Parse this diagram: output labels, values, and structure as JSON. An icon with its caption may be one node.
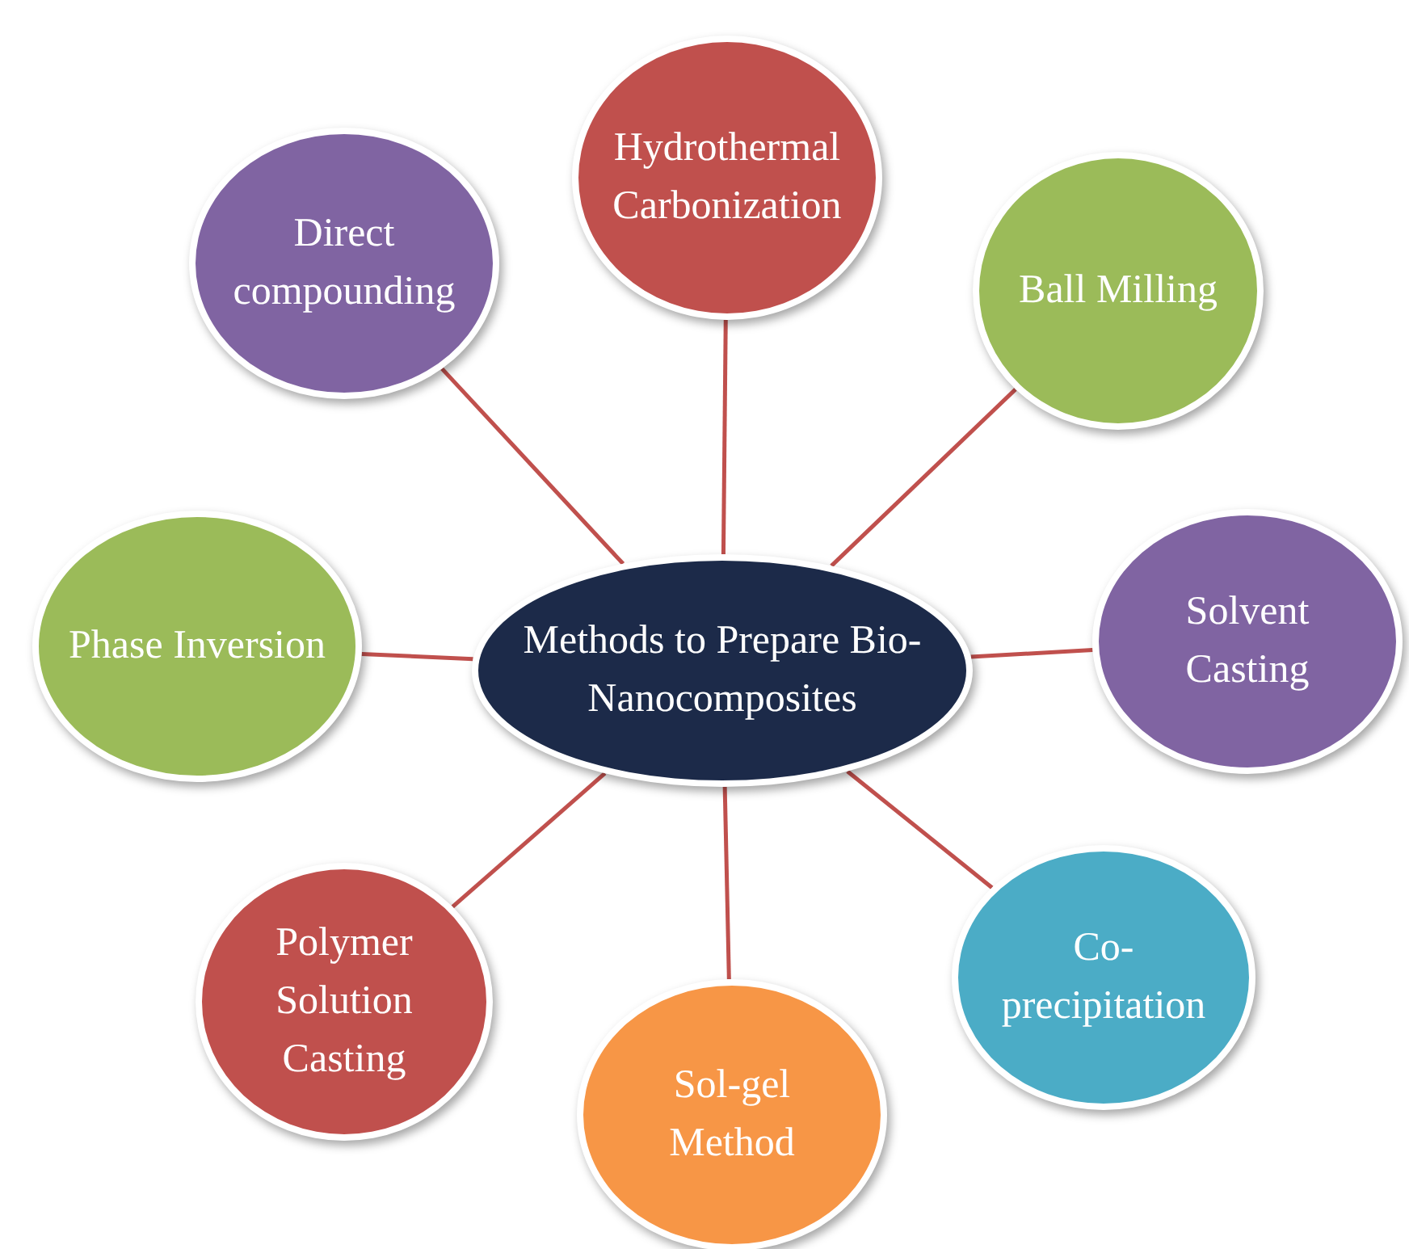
{
  "diagram": {
    "nodes": [
      {
        "text": [
          "Methods to Prepare Bio-Nanocomposites"
        ]
      },
      {
        "text": [
          "Hydrothermal Carbonization"
        ]
      },
      {
        "text": [
          "Direct compounding"
        ]
      },
      {
        "text": [
          "Ball Milling"
        ]
      },
      {
        "text": [
          "Phase Inversion"
        ]
      },
      {
        "text": [
          "Solvent Casting"
        ]
      },
      {
        "text": [
          "Polymer Solution Casting"
        ]
      },
      {
        "text": [
          "Co-precipitation"
        ]
      },
      {
        "text": [
          "Sol-gel Method"
        ]
      }
    ],
    "edges": [
      {
        "from": 0,
        "to": 1,
        "arrow": "none"
      },
      {
        "from": 0,
        "to": 2,
        "arrow": "none"
      },
      {
        "from": 0,
        "to": 3,
        "arrow": "none"
      },
      {
        "from": 0,
        "to": 4,
        "arrow": "none"
      },
      {
        "from": 0,
        "to": 5,
        "arrow": "none"
      },
      {
        "from": 0,
        "to": 6,
        "arrow": "none"
      },
      {
        "from": 0,
        "to": 7,
        "arrow": "none"
      },
      {
        "from": 0,
        "to": 8,
        "arrow": "none"
      }
    ]
  }
}
